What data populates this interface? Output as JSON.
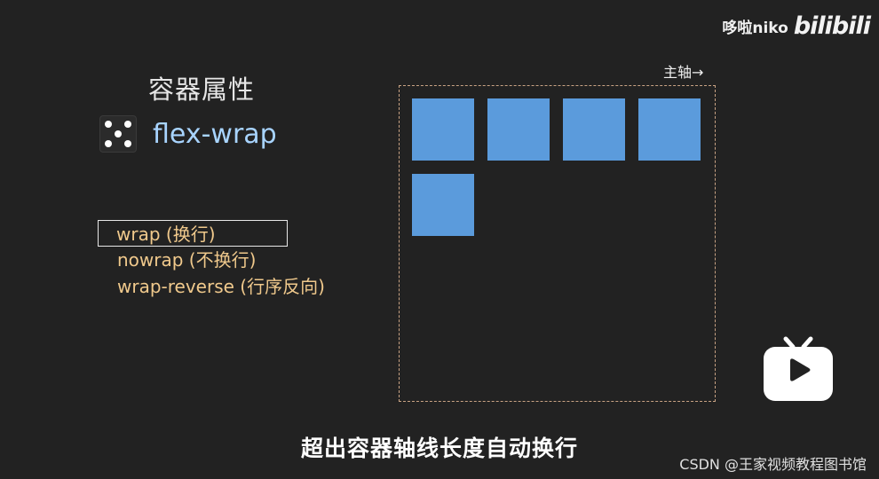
{
  "watermark": {
    "author": "哆啦niko",
    "logo": "bilibili"
  },
  "panel": {
    "title": "容器属性",
    "property_icon": "dice-five-icon",
    "property": "flex-wrap",
    "values": [
      {
        "label": "wrap (换行)",
        "selected": true
      },
      {
        "label": "nowrap (不换行)",
        "selected": false
      },
      {
        "label": "wrap-reverse (行序反向)",
        "selected": false
      }
    ]
  },
  "demo": {
    "axis_label": "主轴→",
    "box_count": 5,
    "box_color": "#5b9bdc",
    "border_color": "#c9a384"
  },
  "player": {
    "icon": "bilibili-tv-play-icon"
  },
  "subtitle": "超出容器轴线长度自动换行",
  "credit": "CSDN @王家视频教程图书馆",
  "colors": {
    "background": "#222222",
    "property": "#a8d4ff",
    "values": "#f0c98c"
  }
}
